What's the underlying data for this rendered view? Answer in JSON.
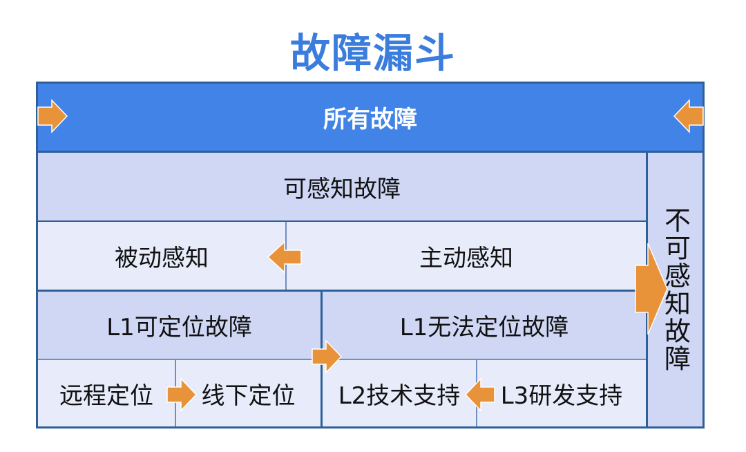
{
  "title": "故障漏斗",
  "all_faults": "所有故障",
  "perceivable": "可感知故障",
  "passive": "被动感知",
  "active": "主动感知",
  "l1_locatable": "L1可定位故障",
  "l1_unlocatable": "L1无法定位故障",
  "remote": "远程定位",
  "offline": "线下定位",
  "l2": "L2技术支持",
  "l3": "L3研发支持",
  "imperceptible": "不可感知故障",
  "colors": {
    "title": "#3b7ddd",
    "header_bar": "#4283e8",
    "cell_dark": "#cfd7f5",
    "cell_light": "#e8ecfa",
    "border": "#2e5f98",
    "arrow": "#e8923a"
  }
}
